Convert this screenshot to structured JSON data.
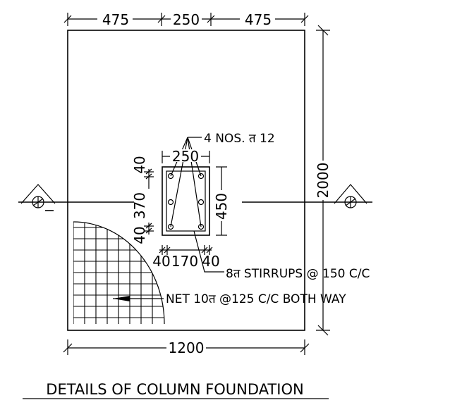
{
  "dims": {
    "top_left": "475",
    "top_mid": "250",
    "top_right": "475",
    "overall_width": "1200",
    "overall_depth": "2000",
    "column_width": "250",
    "column_depth": "450",
    "cover_a": "40",
    "inner_depth": "370",
    "cover_b": "40",
    "bottom_cover": "40",
    "inner_width": "170",
    "cover_c": "40"
  },
  "notes": {
    "main_bars": "4  NOS. त 12",
    "stirrups": "8त    STIRRUPS  @  150  C/C",
    "mesh": "NET  10त    @125  C/C  BOTH  WAY"
  },
  "title": "DETAILS  OF  COLUMN  FOUNDATION"
}
